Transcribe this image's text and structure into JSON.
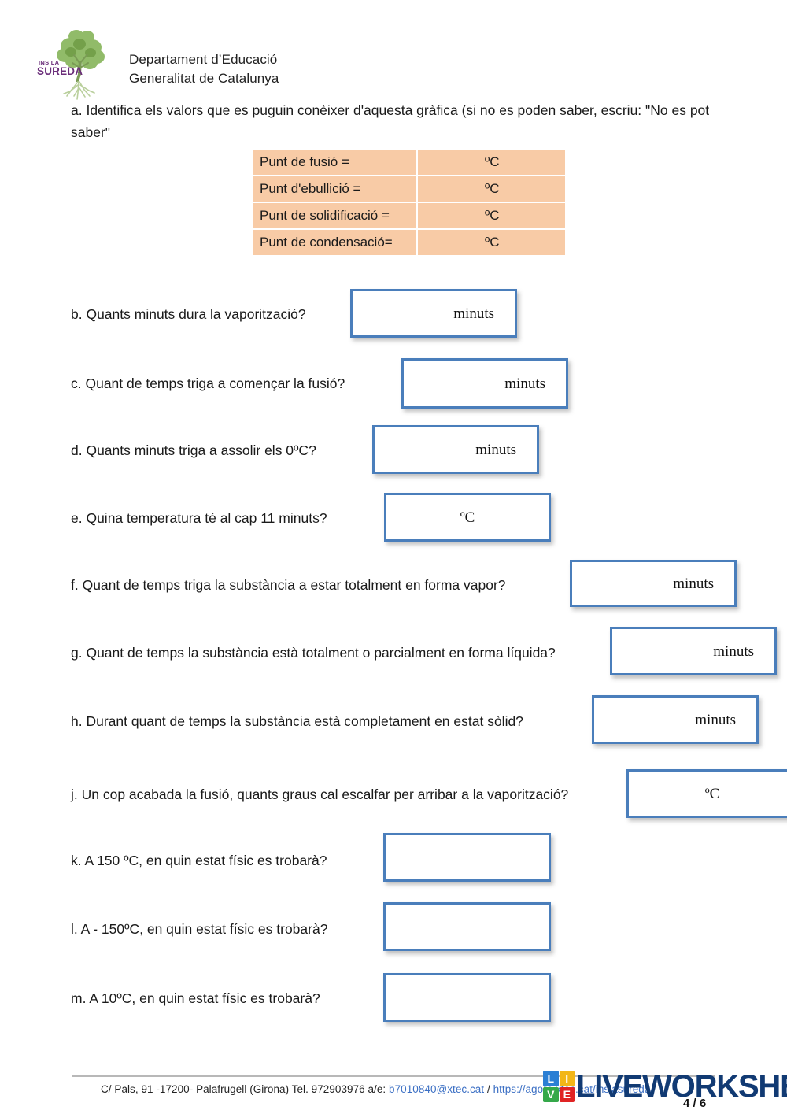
{
  "header": {
    "logo_alt": "INS LA SUREDA",
    "logo_line1": "INS LA",
    "logo_line2": "SUREDA",
    "org_line1": "Departament d’Educació",
    "org_line2": "Generalitat de Catalunya"
  },
  "intro": {
    "text": "a. Identifica els valors que es puguin conèixer d'aquesta gràfica (si no es poden saber, escriu: \"No es pot saber\""
  },
  "value_table": {
    "rows": [
      {
        "label": "Punt de fusió =",
        "unit": "ºC"
      },
      {
        "label": "Punt d'ebullició =",
        "unit": "ºC"
      },
      {
        "label": "Punt de solidificació =",
        "unit": "ºC"
      },
      {
        "label": "Punt de condensació=",
        "unit": "ºC"
      }
    ]
  },
  "questions": [
    {
      "id": "b",
      "text": "b. Quants minuts dura la vaporització?",
      "answer_unit": "minuts"
    },
    {
      "id": "c",
      "text": "c. Quant de temps triga a començar la fusió?",
      "answer_unit": "minuts"
    },
    {
      "id": "d",
      "text": "d. Quants minuts triga a assolir els 0ºC?",
      "answer_unit": "minuts"
    },
    {
      "id": "e",
      "text": "e. Quina temperatura té al cap 11 minuts?",
      "answer_unit": "ºC"
    },
    {
      "id": "f",
      "text": "f. Quant de temps triga la substància a estar totalment en forma vapor?",
      "answer_unit": "minuts"
    },
    {
      "id": "g",
      "text": "g. Quant de temps la substància està totalment o parcialment en forma líquida?",
      "answer_unit": "minuts"
    },
    {
      "id": "h",
      "text": "h. Durant quant de temps la substància està completament en estat sòlid?",
      "answer_unit": "minuts"
    },
    {
      "id": "j",
      "text": "j. Un cop acabada la fusió, quants graus cal escalfar per arribar a la vaporització?",
      "answer_unit": "ºC"
    },
    {
      "id": "k",
      "text": "k. A 150 ºC, en quin estat físic es trobarà?",
      "answer_unit": ""
    },
    {
      "id": "l",
      "text": "l. A - 150ºC, en quin estat físic es trobarà?",
      "answer_unit": ""
    },
    {
      "id": "m",
      "text": "m. A 10ºC, en quin estat físic es trobarà?",
      "answer_unit": ""
    }
  ],
  "footer": {
    "address": "C/ Pals, 91 -17200- Palafrugell (Girona) Tel. 972903976 a/e: ",
    "email": "b7010840@xtec.cat",
    "separator": " / ",
    "url": "https://agora.xtec.cat/inslasureda/",
    "page": "4 / 6",
    "watermark_word": "LIVEWORKSHEETS",
    "watermark_letters": [
      "L",
      "I",
      "V",
      "E"
    ]
  },
  "colors": {
    "table_fill": "#F8CBA6",
    "box_border": "#4A7EBB",
    "link": "#3b6fc4",
    "watermark_blue": "#113a73",
    "lws_l": "#2b7fd4",
    "lws_i": "#f2b618",
    "lws_v": "#35a84a",
    "lws_e": "#e02424",
    "logo_green": "#7aab4e",
    "logo_purple": "#6b2e7a"
  }
}
